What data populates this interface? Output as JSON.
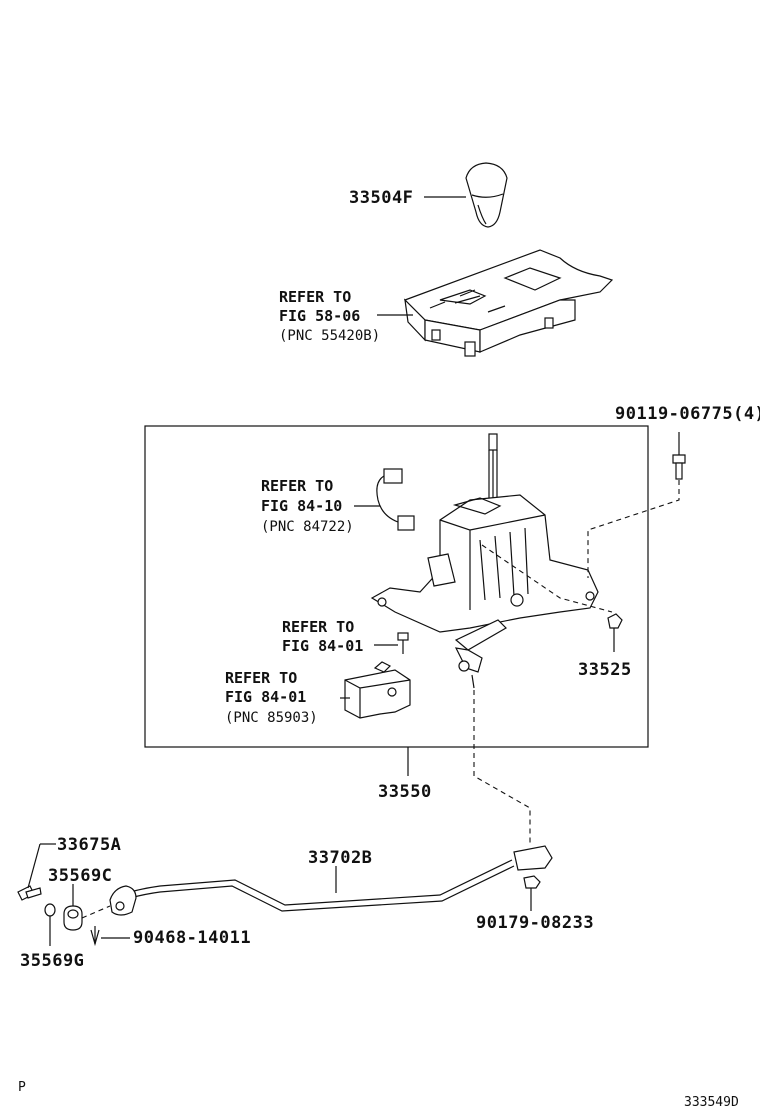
{
  "parts": {
    "knob": "33504F",
    "shift_lever_assy": "33550",
    "bushing_33525": "33525",
    "bolt_90119": "90119-06775(4)",
    "cable": "33702B",
    "bolt_33675A": "33675A",
    "bushing_35569C": "35569C",
    "bushing_35569G": "35569G",
    "clip_90468": "90468-14011",
    "nut_90179": "90179-08233"
  },
  "refs": {
    "ref1": {
      "line1": "REFER TO",
      "line2": "FIG 58-06",
      "line3": "(PNC 55420B)"
    },
    "ref2": {
      "line1": "REFER TO",
      "line2": "FIG 84-10",
      "line3": "(PNC 84722)"
    },
    "ref3": {
      "line1": "REFER TO",
      "line2": "FIG 84-01"
    },
    "ref4": {
      "line1": "REFER TO",
      "line2": "FIG 84-01",
      "line3": "(PNC 85903)"
    }
  },
  "footer": {
    "left_mark": "P",
    "figure_id": "333549D"
  }
}
